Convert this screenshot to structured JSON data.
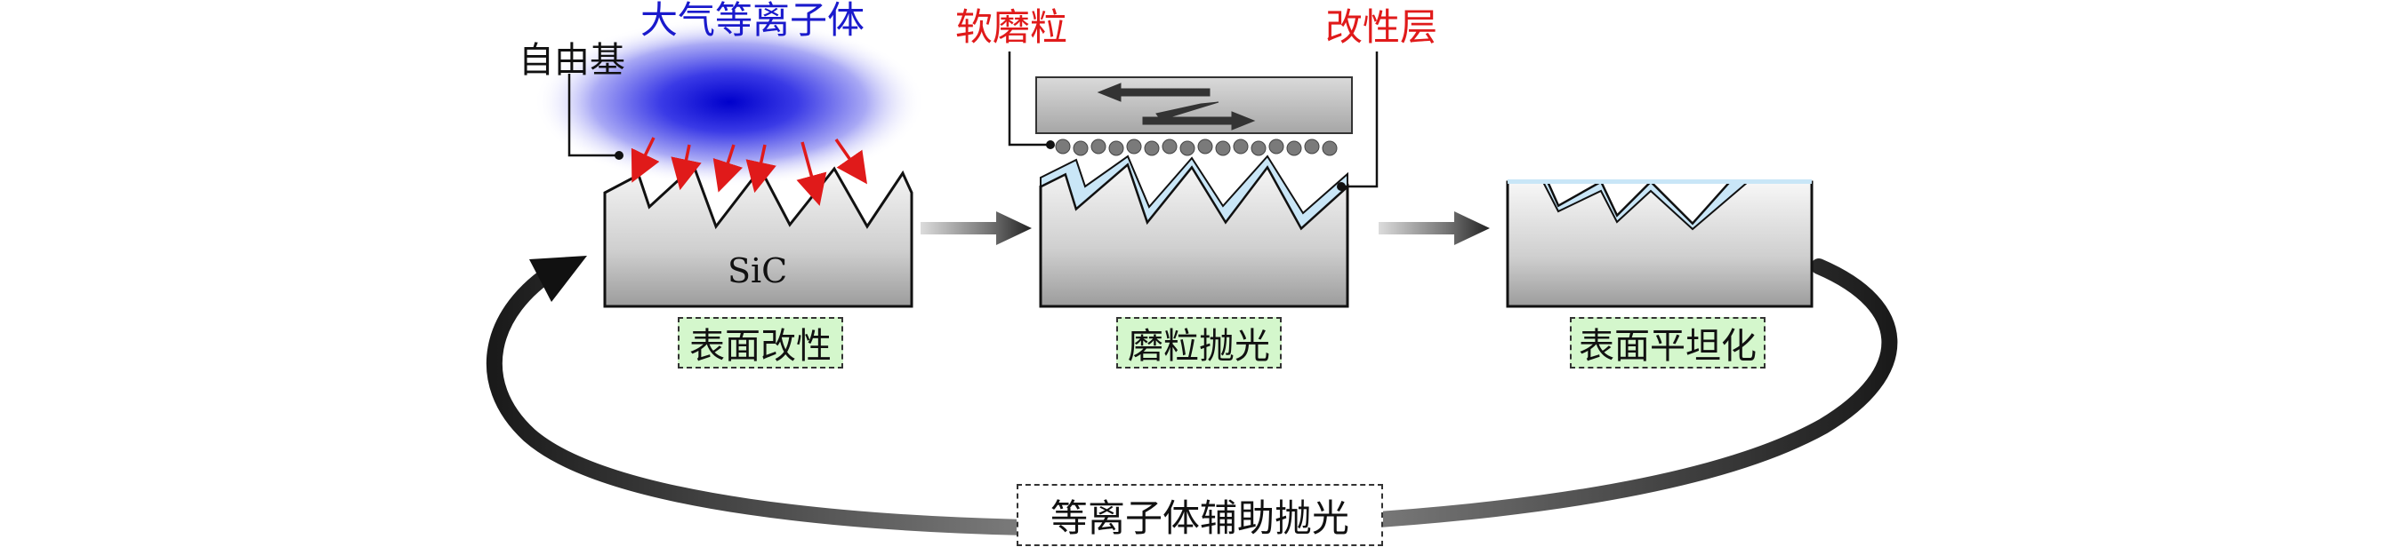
{
  "labels": {
    "plasma": "大气等离子体",
    "radical": "自由基",
    "soft_abrasive": "软磨粒",
    "modified_layer": "改性层",
    "material": "SiC"
  },
  "steps": {
    "step1": "表面改性",
    "step2": "磨粒抛光",
    "step3": "表面平坦化"
  },
  "cycle_label": "等离子体辅助抛光",
  "colors": {
    "plasma_core": "#0000cc",
    "arrow_red": "#e01a1a",
    "label_blue": "#1a1acc",
    "label_red": "#e01a1a",
    "box_fill": "#d4f7cc",
    "modified_layer": "#c9e6f7"
  }
}
